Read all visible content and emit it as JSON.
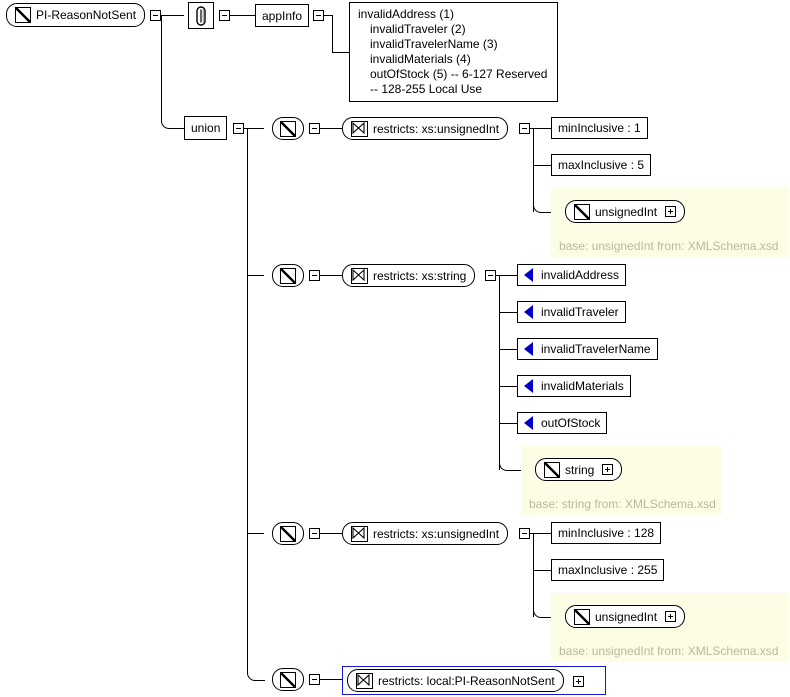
{
  "diagram": {
    "kind": "xsd-schema-tree",
    "root": {
      "label": "PI-ReasonNotSent",
      "icon": "simple-type-icon",
      "toggle": "collapse-toggle"
    },
    "annotation_node": {
      "label": "appInfo",
      "icon": "paperclip-icon",
      "toggle": "collapse-toggle"
    },
    "documentation": {
      "lines": [
        "invalidAddress (1)",
        "invalidTraveler (2)",
        "invalidTravelerName (3)",
        "invalidMaterials (4)",
        "outOfStock (5) -- 6-127 Reserved",
        "-- 128-255 Local Use"
      ]
    },
    "union": {
      "label": "union",
      "toggle": "collapse-toggle"
    },
    "branches": [
      {
        "simple_type_icon": "simple-type-icon",
        "restriction": {
          "label": "restricts: xs:unsignedInt",
          "icon": "restriction-icon",
          "toggle": "collapse-toggle"
        },
        "facets": [
          {
            "label": "minInclusive : 1"
          },
          {
            "label": "maxInclusive : 5"
          }
        ],
        "base": {
          "label": "unsignedInt",
          "icon": "simple-type-icon",
          "toggle": "expand-toggle",
          "caption": "base: unsignedInt from: XMLSchema.xsd"
        }
      },
      {
        "simple_type_icon": "simple-type-icon",
        "restriction": {
          "label": "restricts: xs:string",
          "icon": "restriction-icon",
          "toggle": "collapse-toggle"
        },
        "facets": [
          {
            "label": "invalidAddress",
            "icon": "enumeration-icon"
          },
          {
            "label": "invalidTraveler",
            "icon": "enumeration-icon"
          },
          {
            "label": "invalidTravelerName",
            "icon": "enumeration-icon"
          },
          {
            "label": "invalidMaterials",
            "icon": "enumeration-icon"
          },
          {
            "label": "outOfStock",
            "icon": "enumeration-icon"
          }
        ],
        "base": {
          "label": "string",
          "icon": "simple-type-icon",
          "toggle": "expand-toggle",
          "caption": "base: string from: XMLSchema.xsd"
        }
      },
      {
        "simple_type_icon": "simple-type-icon",
        "restriction": {
          "label": "restricts: xs:unsignedInt",
          "icon": "restriction-icon",
          "toggle": "collapse-toggle"
        },
        "facets": [
          {
            "label": "minInclusive : 128"
          },
          {
            "label": "maxInclusive : 255"
          }
        ],
        "base": {
          "label": "unsignedInt",
          "icon": "simple-type-icon",
          "toggle": "expand-toggle",
          "caption": "base: unsignedInt from: XMLSchema.xsd"
        }
      },
      {
        "simple_type_icon": "simple-type-icon",
        "restriction": {
          "label": "restricts: local:PI-ReasonNotSent",
          "icon": "restriction-icon",
          "toggle": "expand-toggle",
          "highlighted": true
        },
        "facets": [],
        "base": null
      }
    ],
    "colors": {
      "enumeration_blue": "#0000c8",
      "base_group_background": "#fdfce4",
      "base_caption_text": "#b9b9a0",
      "reference_border_blue": "#1818d0",
      "node_shadow": "#a8a8a8",
      "line": "#000000"
    }
  }
}
